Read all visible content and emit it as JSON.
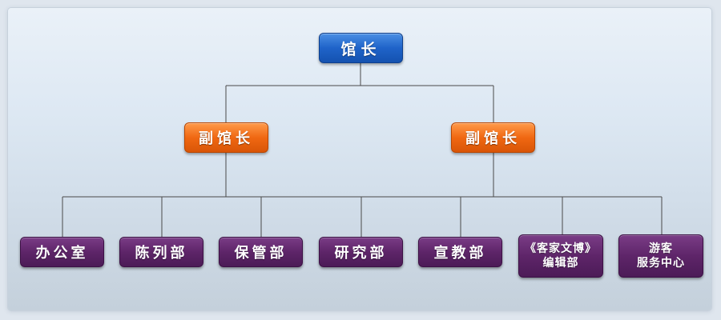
{
  "director": {
    "label": "馆长"
  },
  "deputies": [
    {
      "label": "副馆长"
    },
    {
      "label": "副馆长"
    }
  ],
  "departments": [
    {
      "lines": [
        "办公室"
      ]
    },
    {
      "lines": [
        "陈列部"
      ]
    },
    {
      "lines": [
        "保管部"
      ]
    },
    {
      "lines": [
        "研究部"
      ]
    },
    {
      "lines": [
        "宣教部"
      ]
    },
    {
      "lines": [
        "《客家文博》",
        "编辑部"
      ]
    },
    {
      "lines": [
        "游客",
        "服务中心"
      ]
    }
  ],
  "colors": {
    "director": "#1f63c9",
    "deputy": "#f06812",
    "department": "#5e2569",
    "connector": "#4a4a4a"
  }
}
